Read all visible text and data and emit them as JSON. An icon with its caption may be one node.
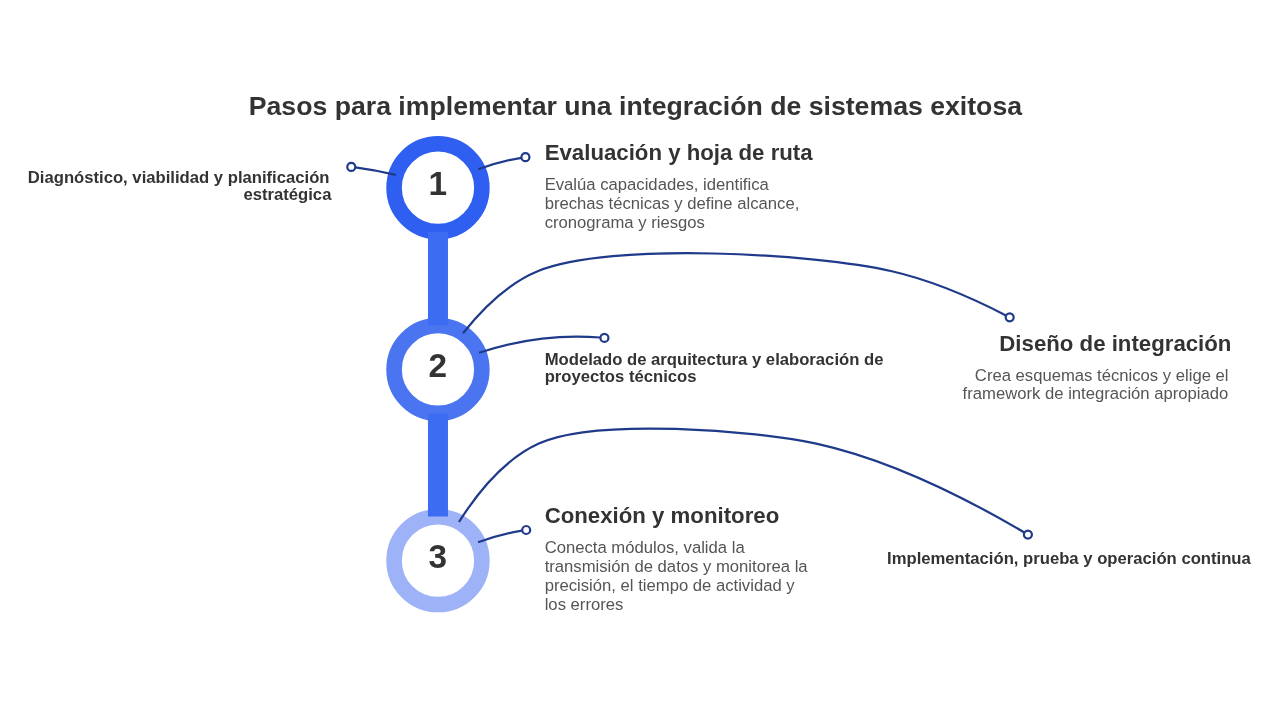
{
  "diagram": {
    "title": "Pasos para implementar una integración de sistemas exitosa",
    "nodes": [
      {
        "text": [
          "1"
        ]
      },
      {
        "text": [
          "Diagnóstico, viabilidad y planificación estratégica"
        ]
      },
      {
        "text": [
          "Evaluación y hoja de ruta",
          "Evalúa capacidades, identifica brechas técnicas y define alcance, cronograma y riesgos"
        ]
      },
      {
        "text": [
          "2"
        ]
      },
      {
        "text": [
          "Diseño de integración",
          "Crea esquemas técnicos y elige el framework de integración apropiado"
        ]
      },
      {
        "text": [
          "Modelado de arquitectura y elaboración de proyectos técnicos"
        ]
      },
      {
        "text": [
          "3"
        ]
      },
      {
        "text": [
          "Implementación, prueba y operación continua"
        ]
      },
      {
        "text": [
          "Conexión y monitoreo",
          "Conecta módulos, valida la transmisión de datos y monitorea la precisión, el tiempo de actividad y los errores"
        ]
      }
    ],
    "edges": [
      {
        "from": 0,
        "to": 1,
        "arrow": "other"
      },
      {
        "from": 0,
        "to": 2,
        "arrow": "other"
      },
      {
        "from": 0,
        "to": 3,
        "arrow": "none",
        "style": "thick",
        "color": "#3b6cf2"
      },
      {
        "from": 3,
        "to": 4,
        "arrow": "other"
      },
      {
        "from": 3,
        "to": 5,
        "arrow": "other"
      },
      {
        "from": 3,
        "to": 6,
        "arrow": "none",
        "style": "thick",
        "color": "#3b6cf2"
      },
      {
        "from": 6,
        "to": 7,
        "arrow": "other"
      },
      {
        "from": 6,
        "to": 8,
        "arrow": "other"
      }
    ]
  }
}
